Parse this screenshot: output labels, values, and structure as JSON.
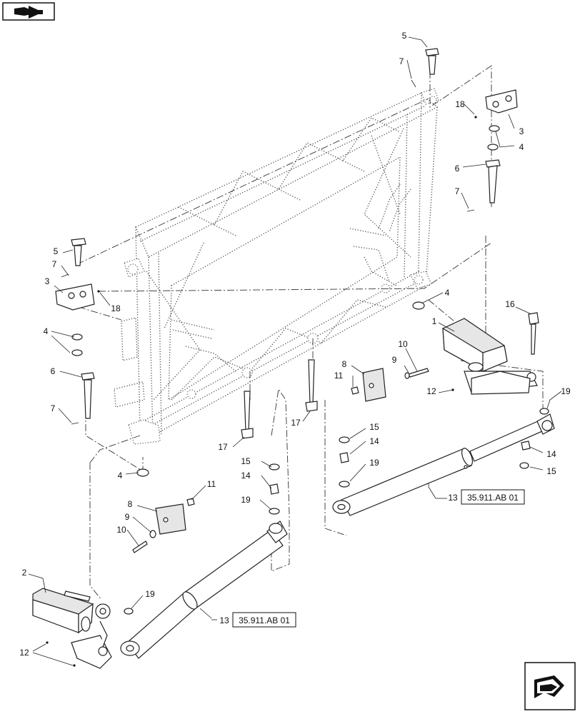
{
  "callouts": [
    {
      "id": "c5a",
      "label": "5"
    },
    {
      "id": "c7a",
      "label": "7"
    },
    {
      "id": "c18a",
      "label": "18"
    },
    {
      "id": "c3a",
      "label": "3"
    },
    {
      "id": "c4a",
      "label": "4"
    },
    {
      "id": "c6a",
      "label": "6"
    },
    {
      "id": "c7b",
      "label": "7"
    },
    {
      "id": "c4b",
      "label": "4"
    },
    {
      "id": "c16",
      "label": "16"
    },
    {
      "id": "c1",
      "label": "1"
    },
    {
      "id": "c10a",
      "label": "10"
    },
    {
      "id": "c9a",
      "label": "9"
    },
    {
      "id": "c8a",
      "label": "8"
    },
    {
      "id": "c11a",
      "label": "11"
    },
    {
      "id": "c12a",
      "label": "12"
    },
    {
      "id": "c19a",
      "label": "19"
    },
    {
      "id": "c14a",
      "label": "14"
    },
    {
      "id": "c15a",
      "label": "15"
    },
    {
      "id": "c15b",
      "label": "15"
    },
    {
      "id": "c14b",
      "label": "14"
    },
    {
      "id": "c19b",
      "label": "19"
    },
    {
      "id": "c17a",
      "label": "17"
    },
    {
      "id": "c17b",
      "label": "17"
    },
    {
      "id": "c5b",
      "label": "5"
    },
    {
      "id": "c7c",
      "label": "7"
    },
    {
      "id": "c3b",
      "label": "3"
    },
    {
      "id": "c18b",
      "label": "18"
    },
    {
      "id": "c4c",
      "label": "4"
    },
    {
      "id": "c6b",
      "label": "6"
    },
    {
      "id": "c7d",
      "label": "7"
    },
    {
      "id": "c4d",
      "label": "4"
    },
    {
      "id": "c15c",
      "label": "15"
    },
    {
      "id": "c14c",
      "label": "14"
    },
    {
      "id": "c19c",
      "label": "19"
    },
    {
      "id": "c11b",
      "label": "11"
    },
    {
      "id": "c8b",
      "label": "8"
    },
    {
      "id": "c9b",
      "label": "9"
    },
    {
      "id": "c10b",
      "label": "10"
    },
    {
      "id": "c2",
      "label": "2"
    },
    {
      "id": "c12b",
      "label": "12"
    },
    {
      "id": "c19d",
      "label": "19"
    },
    {
      "id": "c13a",
      "label": "13"
    },
    {
      "id": "c13b",
      "label": "13"
    }
  ],
  "references": [
    {
      "id": "refA",
      "label": "35.911.AB 01"
    },
    {
      "id": "refB",
      "label": "35.911.AB 01"
    }
  ],
  "icons": {
    "top_left": "open-book-icon",
    "bottom_right": "next-page-arrow-icon"
  }
}
